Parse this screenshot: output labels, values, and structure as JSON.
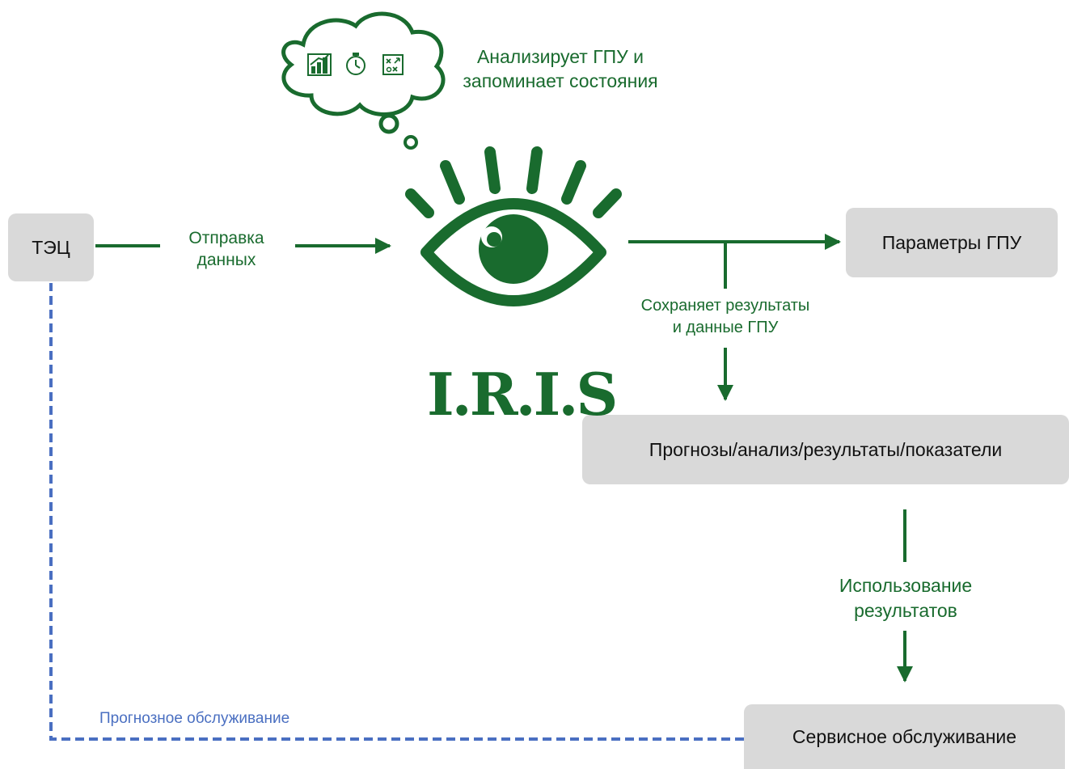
{
  "colors": {
    "green": "#196b2e",
    "blue_dashed": "#4a6fc1",
    "box_fill": "#d9d9d9"
  },
  "nodes": {
    "tec": "ТЭЦ",
    "gpu_params": "Параметры ГПУ",
    "forecasts": "Прогнозы/анализ/результаты/показатели",
    "service": "Сервисное обслуживание"
  },
  "labels": {
    "send_line1": "Отправка",
    "send_line2": "данных",
    "analyze_line1": "Анализирует ГПУ и",
    "analyze_line2": "запоминает состояния",
    "save_line1": "Сохраняет результаты",
    "save_line2": "и данные ГПУ",
    "use_line1": "Использование",
    "use_line2": "результатов",
    "predictive": "Прогнозное обслуживание"
  },
  "logo": {
    "text": "I.R.I.S"
  },
  "thought_icons": [
    "chart-growth-icon",
    "stopwatch-icon",
    "strategy-board-icon"
  ],
  "eye_icon": "eye-icon"
}
